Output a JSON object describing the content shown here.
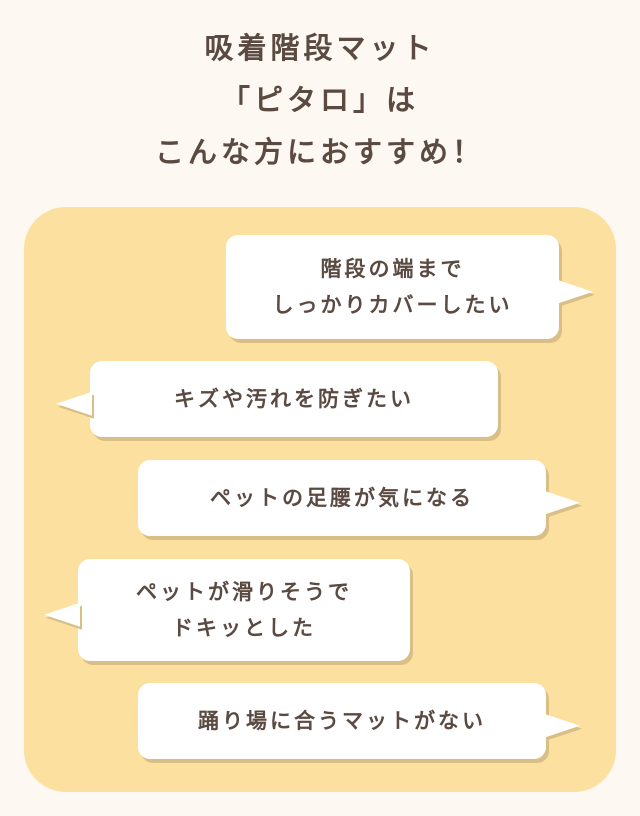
{
  "heading": {
    "line1": "吸着階段マット",
    "line2": "「ピタロ」は",
    "line3": "こんな方におすすめ！"
  },
  "bubbles": [
    {
      "line1": "階段の端まで",
      "line2": "しっかりカバーしたい"
    },
    {
      "line1": "キズや汚れを防ぎたい"
    },
    {
      "line1": "ペットの足腰が気になる"
    },
    {
      "line1": "ペットが滑りそうで",
      "line2": "ドキッとした"
    },
    {
      "line1": "踊り場に合うマットがない"
    }
  ],
  "colors": {
    "background": "#fdf8f1",
    "panel": "#fbe0a0",
    "bubble": "#ffffff",
    "bubble_shadow": "#d9bf86",
    "text": "#5a4a42"
  }
}
